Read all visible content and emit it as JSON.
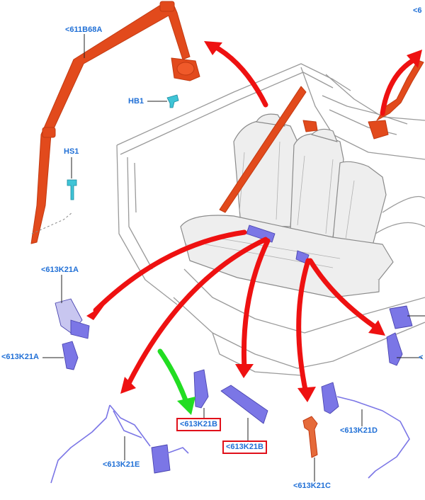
{
  "colors": {
    "label_text": "#1f6fd6",
    "highlight_box": "#e0101a",
    "arrow_red": "#ee1111",
    "arrow_green": "#22dd22",
    "belt_orange": "#e24a1c",
    "buckle_purple": "#7b76e6",
    "bolt_cyan": "#3fc4d6",
    "body_line": "#9a9a9a"
  },
  "labels": {
    "top_left_part": "<611B68A",
    "top_right_part": "<6",
    "hb1": "HB1",
    "hs1": "HS1",
    "buckle_left_upper": "<613K21A",
    "buckle_left_lower": "<613K21A",
    "buckle_center_a": "<613K21B",
    "buckle_center_b": "<613K21B",
    "harness_e": "<613K21E",
    "part_c": "<613K21C",
    "harness_d": "<613K21D",
    "right_edge": "<"
  },
  "icons": [
    "seat-frame-icon",
    "seat-belt-icon",
    "buckle-icon",
    "bolt-icon",
    "harness-icon",
    "arrow-icon"
  ]
}
